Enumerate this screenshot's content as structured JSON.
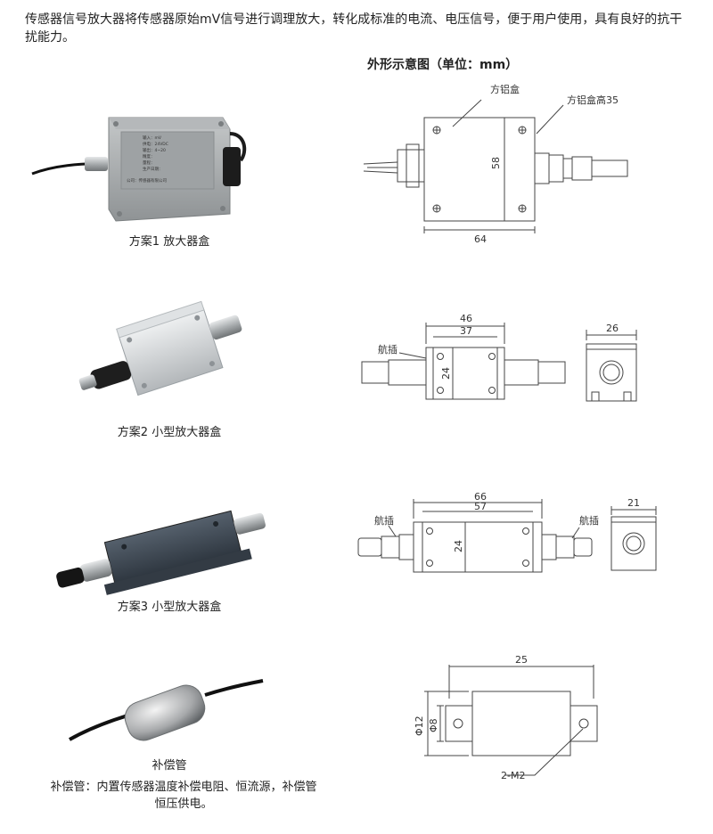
{
  "intro": "传感器信号放大器将传感器原始mV信号进行调理放大，转化成标准的电流、电压信号，便于用户使用，具有良好的抗干扰能力。",
  "diagram_title": "外形示意图（单位：mm）",
  "products": [
    {
      "caption": "方案1 放大器盒",
      "label_lines": [
        "输入：mV",
        "供电：24VDC",
        "输出：4~20",
        "精度：",
        "量程：",
        "生产日期：",
        "公司：传感器有限公司"
      ]
    },
    {
      "caption": "方案2 小型放大器盒"
    },
    {
      "caption": "方案3 小型放大器盒"
    },
    {
      "caption": "补偿管"
    }
  ],
  "compensation_note": "补偿管：内置传感器温度补偿电阻、恒流源，补偿管恒压供电。",
  "drawings": {
    "d1": {
      "label_box": "方铝盒",
      "label_height": "方铝盒高35",
      "dim_height": "58",
      "dim_width": "64"
    },
    "d2": {
      "dim_total": "46",
      "dim_inner": "37",
      "dim_height": "24",
      "label_plug": "航插",
      "dim_side": "26"
    },
    "d3": {
      "dim_total": "66",
      "dim_inner": "57",
      "dim_height": "24",
      "label_plug_left": "航插",
      "label_plug_right": "航插",
      "dim_side": "21"
    },
    "d4": {
      "dim_length": "25",
      "dim_outer_dia": "Φ12",
      "dim_inner_dia": "Φ8",
      "label_holes": "2-M2"
    }
  },
  "colors": {
    "text": "#222222",
    "line": "#444444",
    "box_grey": "#a9acad",
    "box_silver": "#cfd2d4",
    "box_dark": "#3a4450",
    "metal": "#b9bcbe"
  }
}
